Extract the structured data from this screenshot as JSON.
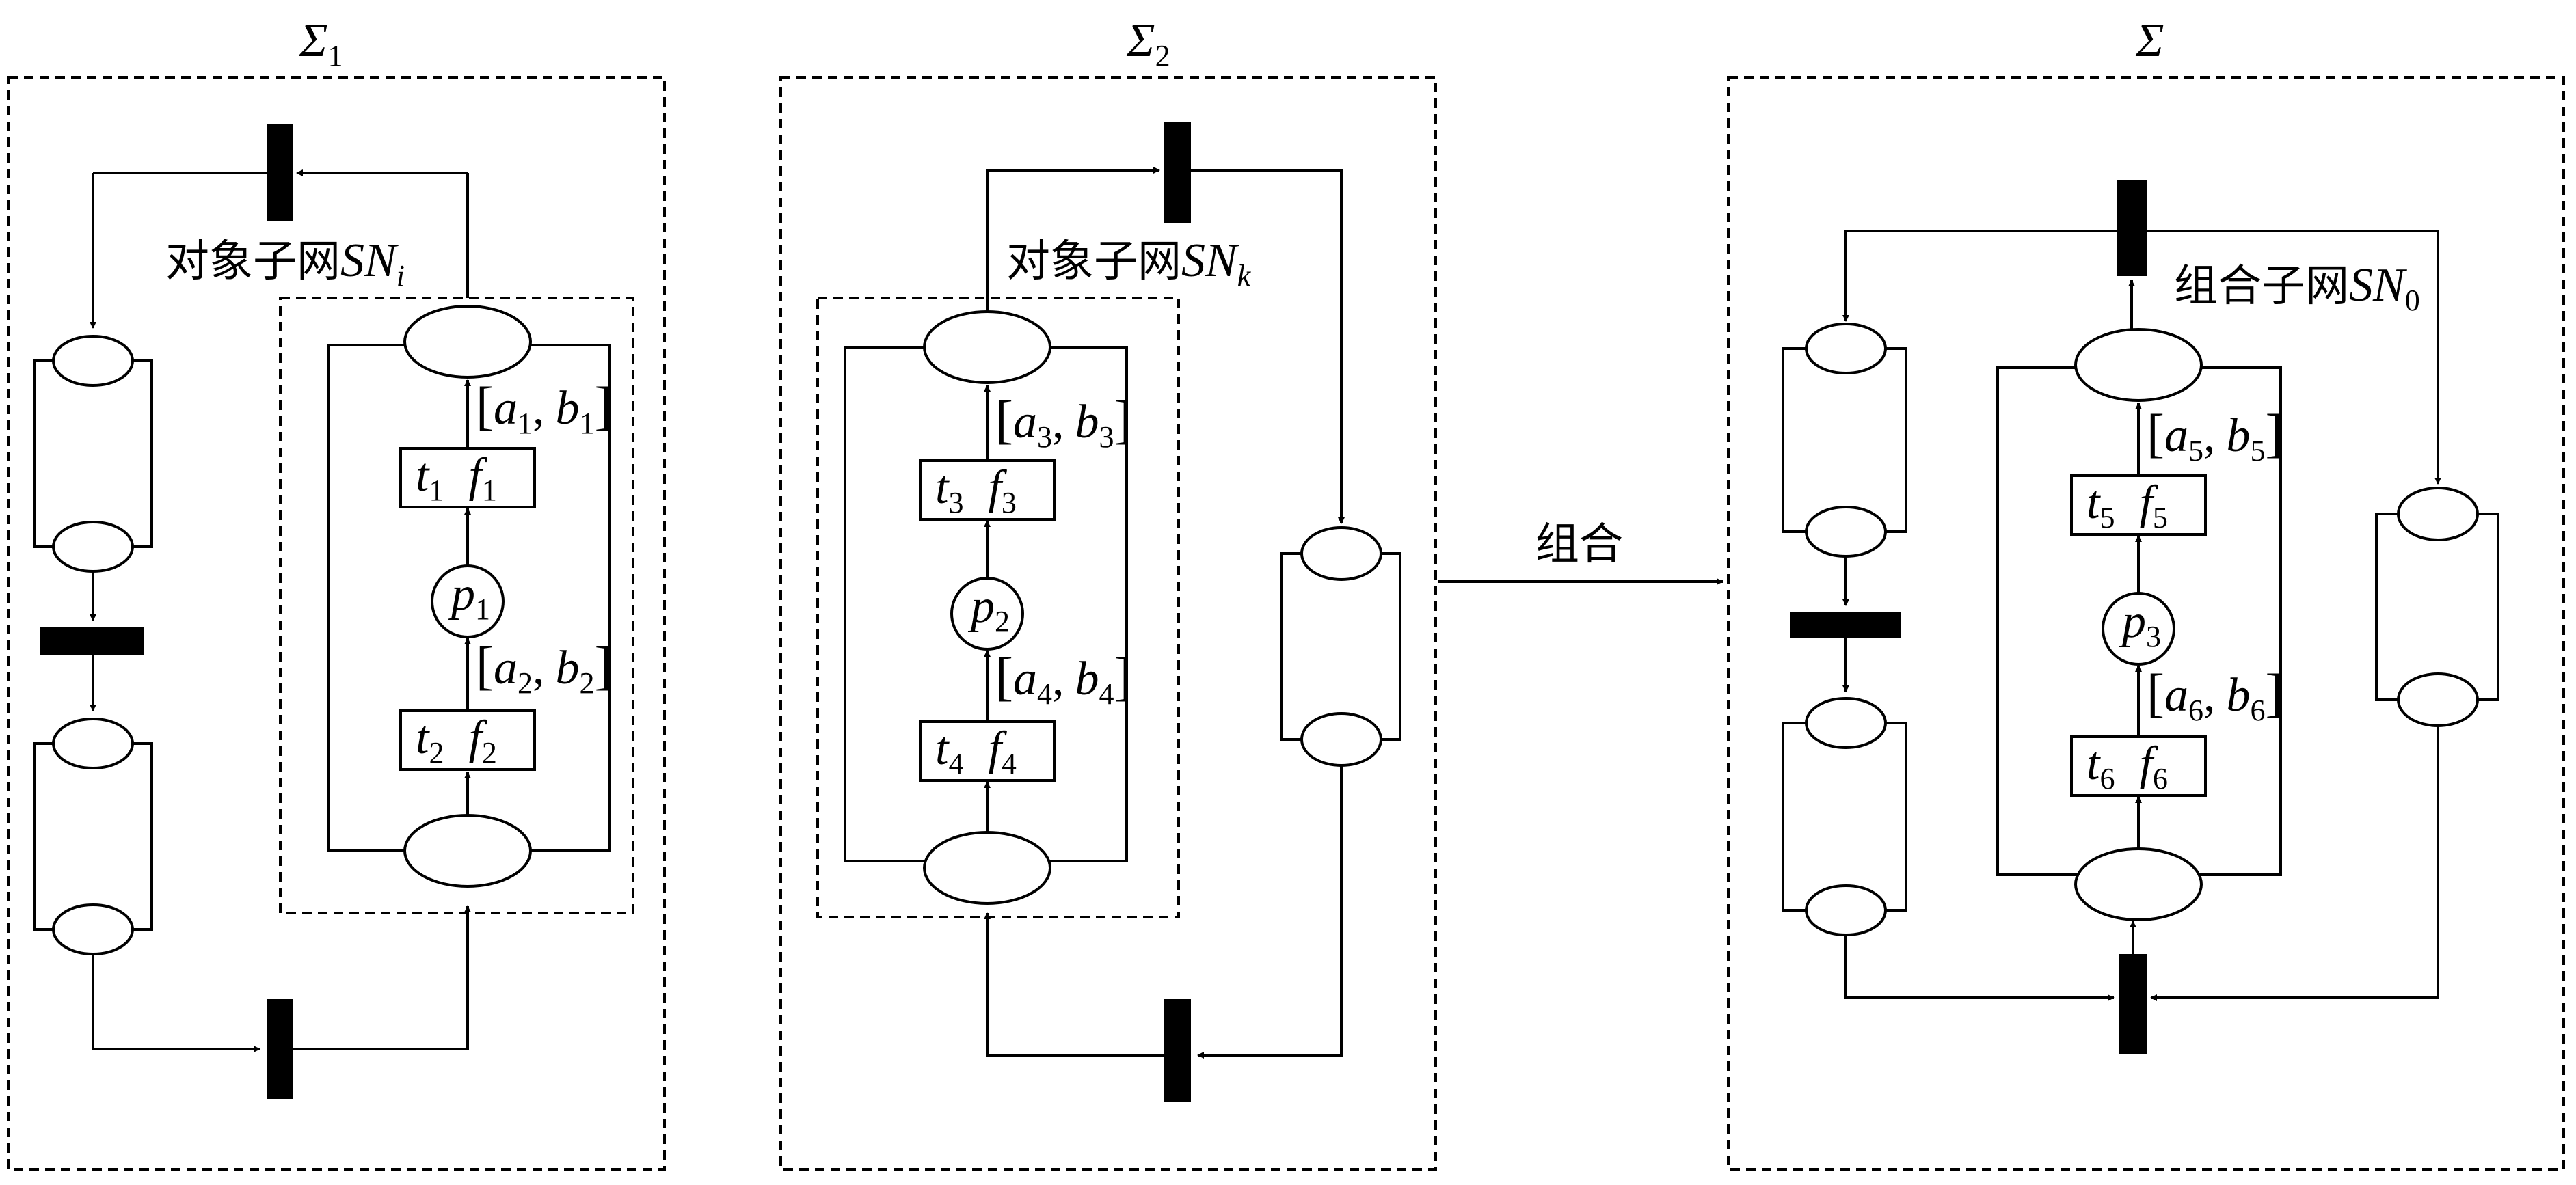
{
  "panels": {
    "sigma1": {
      "symbol": "Σ",
      "index": "1"
    },
    "sigma2": {
      "symbol": "Σ",
      "index": "2"
    },
    "sigma": {
      "symbol": "Σ"
    }
  },
  "subnets": {
    "object_i": {
      "label": "对象子网",
      "name": "SN",
      "index": "i"
    },
    "object_k": {
      "label": "对象子网",
      "name": "SN",
      "index": "k"
    },
    "combo_0": {
      "label": "组合子网",
      "name": "SN",
      "index": "0"
    }
  },
  "combine_label": "组合",
  "places": {
    "p1": {
      "name": "p",
      "index": "1"
    },
    "p2": {
      "name": "p",
      "index": "2"
    },
    "p3": {
      "name": "p",
      "index": "3"
    }
  },
  "transitions": {
    "t1": {
      "t": "t",
      "ti": "1",
      "f": "f",
      "fi": "1"
    },
    "t2": {
      "t": "t",
      "ti": "2",
      "f": "f",
      "fi": "2"
    },
    "t3": {
      "t": "t",
      "ti": "3",
      "f": "f",
      "fi": "3"
    },
    "t4": {
      "t": "t",
      "ti": "4",
      "f": "f",
      "fi": "4"
    },
    "t5": {
      "t": "t",
      "ti": "5",
      "f": "f",
      "fi": "5"
    },
    "t6": {
      "t": "t",
      "ti": "6",
      "f": "f",
      "fi": "6"
    }
  },
  "intervals": {
    "i1": {
      "open": "[",
      "a": "a",
      "ai": "1",
      "sep": ",",
      "b": "b",
      "bi": "1",
      "close": "]"
    },
    "i2": {
      "open": "[",
      "a": "a",
      "ai": "2",
      "sep": ",",
      "b": "b",
      "bi": "2",
      "close": "]"
    },
    "i3": {
      "open": "[",
      "a": "a",
      "ai": "3",
      "sep": ",",
      "b": "b",
      "bi": "3",
      "close": "]"
    },
    "i4": {
      "open": "[",
      "a": "a",
      "ai": "4",
      "sep": ",",
      "b": "b",
      "bi": "4",
      "close": "]"
    },
    "i5": {
      "open": "[",
      "a": "a",
      "ai": "5",
      "sep": ",",
      "b": "b",
      "bi": "5",
      "close": "]"
    },
    "i6": {
      "open": "[",
      "a": "a",
      "ai": "6",
      "sep": ",",
      "b": "b",
      "bi": "6",
      "close": "]"
    }
  }
}
